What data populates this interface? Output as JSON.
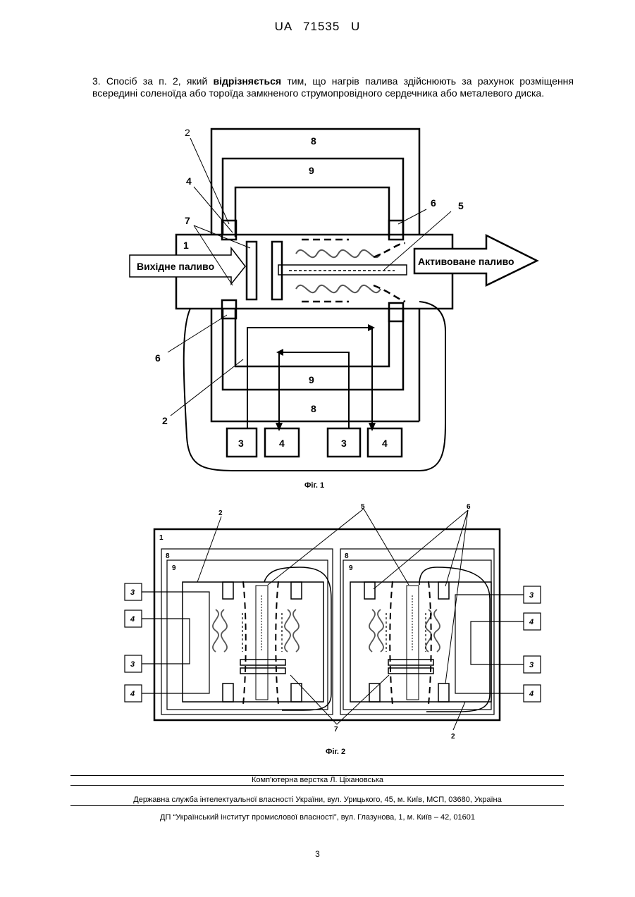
{
  "header": {
    "patent_number": "UA 71535 U"
  },
  "claim": {
    "prefix": "3. Спосіб за п. 2, який ",
    "bold": "відрізняється",
    "suffix": " тим, що нагрів палива здійснюють за рахунок розміщення всередині соленоїда або тороїда замкненого струмопровідного сердечника або металевого диска."
  },
  "figure1": {
    "caption": "Фіг. 1",
    "input_label": "Вихідне паливо",
    "output_label": "Активоване паливо",
    "labels": {
      "l1": "1",
      "l2_top": "2",
      "l2_bottom": "2",
      "l4": "4",
      "l5": "5",
      "l6_top": "6",
      "l6_bottom": "6",
      "l7": "7",
      "l8_top": "8",
      "l8_bottom": "8",
      "l9_top": "9",
      "l9_bottom": "9"
    },
    "boxes": [
      "3",
      "4",
      "3",
      "4"
    ]
  },
  "figure2": {
    "caption": "Фіг. 2",
    "labels": {
      "l1": "1",
      "l2_top": "2",
      "l2_bottom": "2",
      "l5": "5",
      "l6": "6",
      "l7": "7",
      "l8_left": "8",
      "l8_right": "8",
      "l9_left": "9",
      "l9_right": "9"
    },
    "left_boxes": [
      "3",
      "4",
      "3",
      "4"
    ],
    "right_boxes": [
      "3",
      "4",
      "3",
      "4"
    ]
  },
  "footer": {
    "layout": "Комп'ютерна верстка Л. Ціхановська",
    "agency": "Державна служба інтелектуальної власності України, вул. Урицького, 45, м. Київ, МСП, 03680, Україна",
    "institute": "ДП “Український інститут промислової власності”, вул. Глазунова, 1, м. Київ – 42, 01601"
  },
  "page_number": "3"
}
